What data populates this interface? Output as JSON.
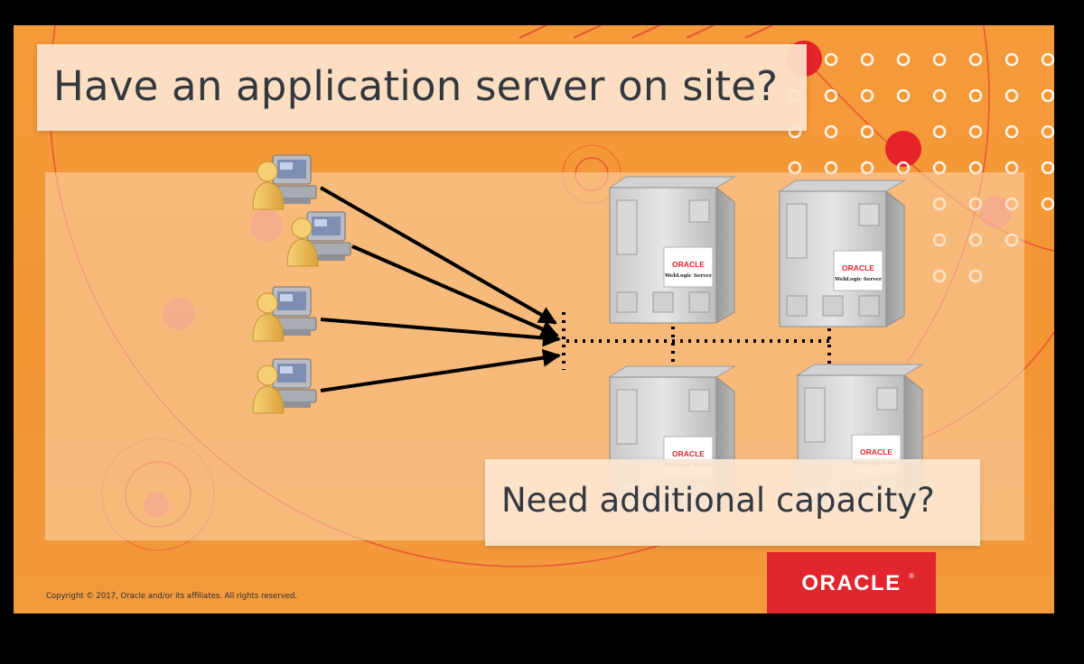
{
  "slide": {
    "title": "Have an application server on site?",
    "subtitle": "Need additional capacity?",
    "copyright": "Copyright © 2017, Oracle and/or its affiliates. All rights reserved."
  },
  "logo": {
    "text": "ORACLE",
    "mark": "®"
  },
  "servers": [
    {
      "brand": "ORACLE",
      "product": "WebLogic Server"
    },
    {
      "brand": "ORACLE",
      "product": "WebLogic Server"
    },
    {
      "brand": "ORACLE",
      "product": "WebLogic Server"
    },
    {
      "brand": "ORACLE",
      "product": "WebLogic Server"
    }
  ],
  "clients": [
    {
      "icon": "user-workstation-icon"
    },
    {
      "icon": "user-workstation-icon"
    },
    {
      "icon": "user-workstation-icon"
    },
    {
      "icon": "user-workstation-icon"
    }
  ],
  "colors": {
    "background": "#f49536",
    "accent_red": "#e1262d",
    "title_text": "#33383f"
  }
}
